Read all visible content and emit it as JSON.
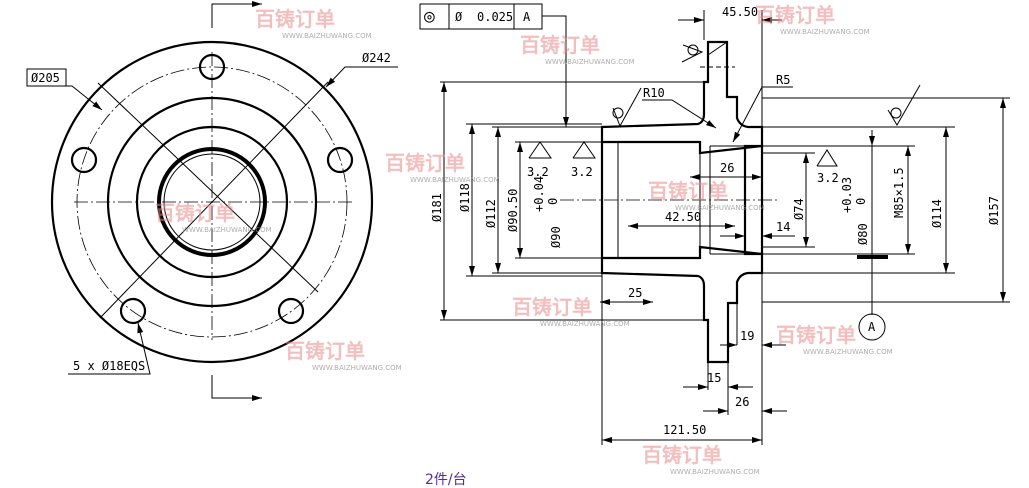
{
  "front_view": {
    "outer_circle_dim": "Ø242",
    "bolt_circle_dim": "Ø205",
    "holes_note": "5 x Ø18EQS"
  },
  "tolerance_frame": {
    "symbol": "◎",
    "diameter": "Ø",
    "value": "0.025",
    "datum": "A"
  },
  "section_view": {
    "dims": {
      "d45_50": "45.50",
      "r10": "R10",
      "r5": "R5",
      "d26_top": "26",
      "d42_50": "42.50",
      "d14": "14",
      "phi74": "Ø74",
      "rough_right": "3.2",
      "tol80_upper": "+0.03",
      "tol80_lower": "0",
      "phi80": "Ø80",
      "m85": "M85×1.5",
      "phi114": "Ø114",
      "phi157": "Ø157",
      "phi181": "Ø181",
      "phi118": "Ø118",
      "phi112": "Ø112",
      "phi90_50": "Ø90.50",
      "tol90_upper": "+0.04",
      "tol90_lower": "0",
      "phi90": "Ø90",
      "rough_left1": "3.2",
      "rough_left2": "3.2",
      "d25": "25",
      "d19": "19",
      "d15": "15",
      "d26_bottom": "26",
      "d121_50": "121.50"
    },
    "datum_label": "A"
  },
  "quantity_note": "2件/台",
  "watermark": {
    "brand": "百铸订单",
    "url": "WWW.BAIZHUWANG.COM"
  }
}
